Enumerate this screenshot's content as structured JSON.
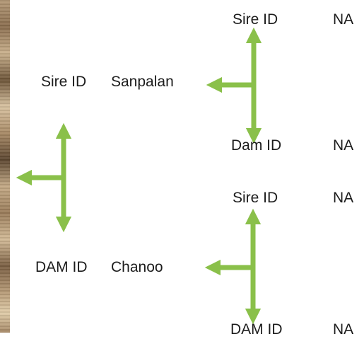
{
  "colors": {
    "arrow": "#8ac04a",
    "text": "#1c1c1c"
  },
  "icons": {
    "photo": "cattle-photo-fragment",
    "connector": "branch-arrow-icon"
  },
  "pedigree": {
    "animal_sire": {
      "id_label": "Sire ID",
      "value": "Sanpalan"
    },
    "animal_dam": {
      "id_label": "DAM ID",
      "value": "Chanoo"
    },
    "sire_sire": {
      "id_label": "Sire ID",
      "value": "NA"
    },
    "sire_dam": {
      "id_label": "Dam ID",
      "value": "NA"
    },
    "dam_sire": {
      "id_label": "Sire ID",
      "value": "NA"
    },
    "dam_dam": {
      "id_label": "DAM ID",
      "value": "NA"
    }
  }
}
